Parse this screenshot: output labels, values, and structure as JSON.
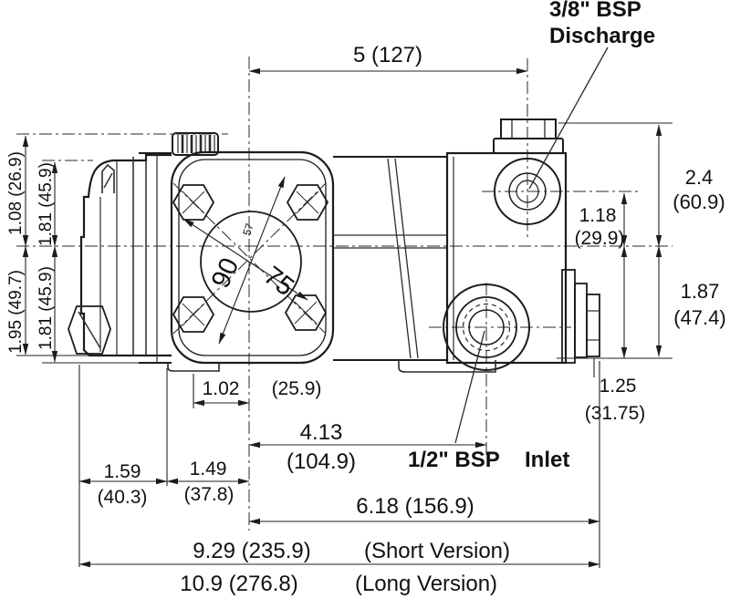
{
  "ports": {
    "discharge_line1": "3/8\" BSP",
    "discharge_line2": "Discharge",
    "inlet_size": "1/2\" BSP",
    "inlet_word": "Inlet"
  },
  "dims": {
    "top_width": "5 (127)",
    "left_outer_upper": "1.08 (26.9)",
    "left_outer_lower": "1.95 (49.7)",
    "left_inner_upper": "1.81 (45.9)",
    "left_inner_lower": "1.81 (45.9)",
    "right_upper_in": "2.4",
    "right_upper_mm": "(60.9)",
    "discharge_offset_in": "1.18",
    "discharge_offset_mm": "(29.9)",
    "right_lower_in": "1.87",
    "right_lower_mm": "(47.4)",
    "outlet_offset_in": "1.25",
    "outlet_offset_mm": "(31.75)",
    "foot_width_in": "1.02",
    "foot_width_mm": "(25.9)",
    "inlet_offset_in": "4.13",
    "inlet_offset_mm": "(104.9)",
    "rear_foot_in": "1.59",
    "rear_foot_mm": "(40.3)",
    "mid_foot_in": "1.49",
    "mid_foot_mm": "(37.8)",
    "head_length": "6.18 (156.9)",
    "short_version_len": "9.29 (235.9)",
    "short_version_note": "(Short Version)",
    "long_version_len": "10.9 (276.8)",
    "long_version_note": "(Long Version)",
    "flange_diag_90": "90",
    "flange_diag_75": "75",
    "flange_note": "57"
  }
}
